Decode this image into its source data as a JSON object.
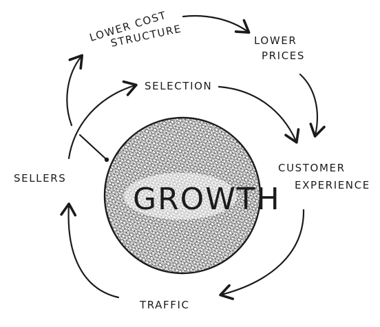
{
  "diagram": {
    "center_label": "GROWTH",
    "nodes": {
      "lower_cost_line1": "LOWER COST",
      "lower_cost_line2": "STRUCTURE",
      "lower_prices_line1": "LOWER",
      "lower_prices_line2": "PRICES",
      "selection": "SELECTION",
      "customer_line1": "CUSTOMER",
      "customer_line2": "EXPERIENCE",
      "sellers": "SELLERS",
      "traffic": "TRAFFIC"
    },
    "colors": {
      "ink": "#1b1b1b",
      "background": "#ffffff"
    }
  }
}
